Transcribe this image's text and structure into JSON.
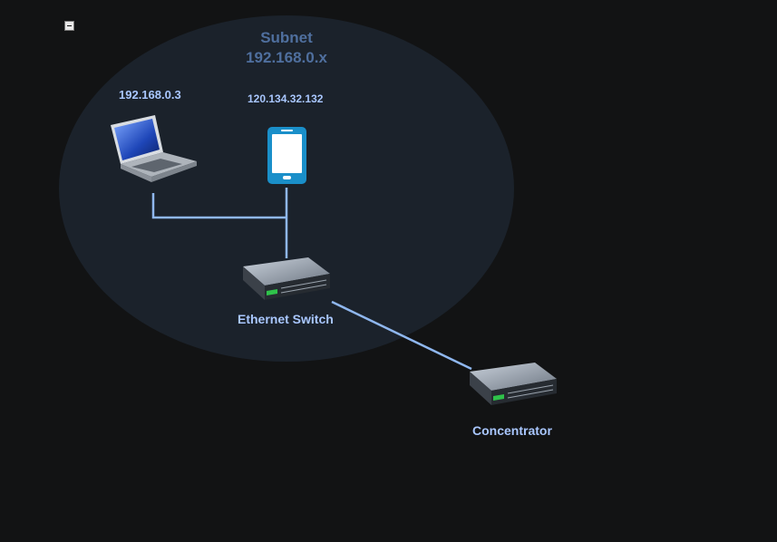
{
  "diagram": {
    "group": {
      "title_line1": "Subnet",
      "title_line2": "192.168.0.x",
      "collapse_icon": "minus-icon"
    },
    "nodes": {
      "laptop": {
        "ip": "192.168.0.3",
        "icon": "laptop-icon"
      },
      "phone": {
        "ip": "120.134.32.132",
        "icon": "smartphone-icon"
      },
      "switch": {
        "label": "Ethernet Switch",
        "icon": "network-switch-icon"
      },
      "concentrator": {
        "label": "Concentrator",
        "icon": "network-switch-icon"
      }
    },
    "colors": {
      "background": "#121314",
      "group_fill": "#1b222b",
      "link": "#8fb7ef",
      "label": "#a9c7ff",
      "group_title": "#4f6f9e",
      "phone": "#1a8fc9"
    }
  }
}
